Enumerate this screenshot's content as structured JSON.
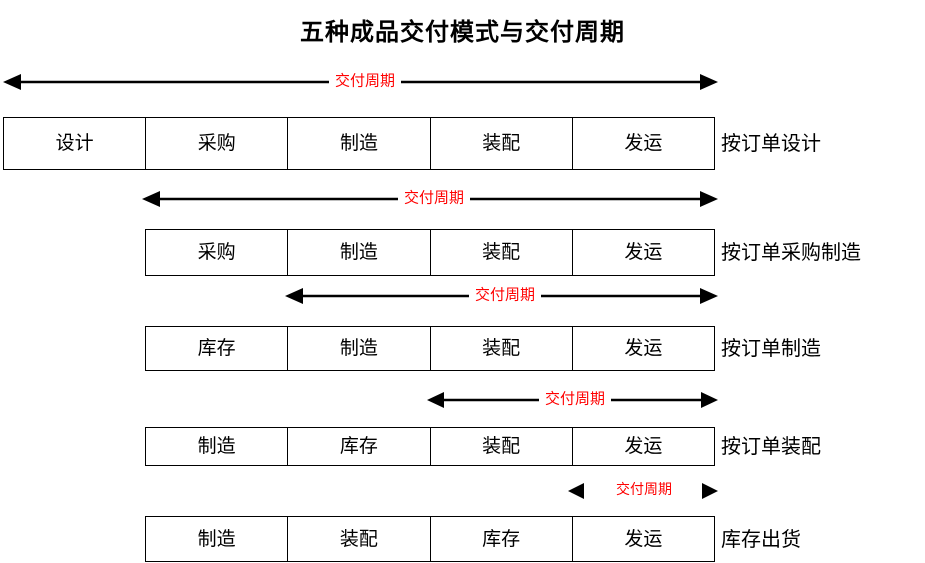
{
  "title": "五种成品交付模式与交付周期",
  "lead_time_label": "交付周期",
  "colors": {
    "lead_time_text": "#ff0000",
    "line": "#000000",
    "background": "#ffffff"
  },
  "rows": [
    {
      "mode_label": "按订单设计",
      "stages": [
        "设计",
        "采购",
        "制造",
        "装配",
        "发运"
      ],
      "arrow_label": "交付周期"
    },
    {
      "mode_label": "按订单采购制造",
      "stages": [
        "采购",
        "制造",
        "装配",
        "发运"
      ],
      "arrow_label": "交付周期"
    },
    {
      "mode_label": "按订单制造",
      "stages": [
        "库存",
        "制造",
        "装配",
        "发运"
      ],
      "arrow_label": "交付周期"
    },
    {
      "mode_label": "按订单装配",
      "stages": [
        "制造",
        "库存",
        "装配",
        "发运"
      ],
      "arrow_label": "交付周期"
    },
    {
      "mode_label": "库存出货",
      "stages": [
        "制造",
        "装配",
        "库存",
        "发运"
      ],
      "arrow_label": "交付周期"
    }
  ]
}
